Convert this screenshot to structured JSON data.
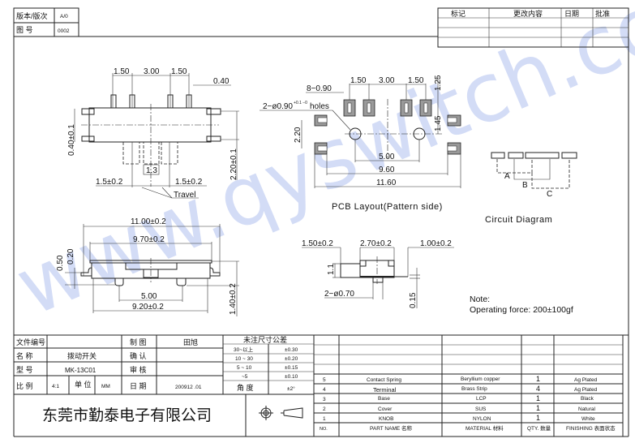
{
  "revision_box": {
    "version_label": "版本/版次",
    "version_value": "A/0",
    "drawing_no_label": "图 号",
    "drawing_no_value": "0002"
  },
  "change_table": {
    "headers": [
      "标记",
      "更改内容",
      "日期",
      "批准"
    ]
  },
  "watermark": "www.qyswitch.com",
  "top_view": {
    "dims": {
      "pitch_a": "1.50",
      "pitch_b": "3.00",
      "pitch_c": "1.50",
      "pin_w": "0.40",
      "tab_h": "0.40±0.1",
      "tab_span": "2.20±0.1",
      "knob_w": "1.3",
      "travel_l": "1.5±0.2",
      "travel_r": "1.5±0.2",
      "travel_label": "Travel"
    }
  },
  "pcb_layout": {
    "title": "PCB Layout(Pattern side)",
    "dims": {
      "pitch_a": "1.50",
      "pitch_b": "3.00",
      "pitch_c": "1.50",
      "pad_h": "1.25",
      "pads": "8−0.90",
      "holes": "2−ø0.90",
      "holes_tol": "+0.1 −0",
      "holes_word": "holes",
      "pad_span": "2.20",
      "hole_offset": "1.45",
      "hole_pitch": "5.00",
      "inner": "9.60",
      "outer": "11.60"
    }
  },
  "circuit": {
    "title": "Circuit Diagram",
    "labels": [
      "A",
      "B",
      "C"
    ]
  },
  "side_view": {
    "dims": {
      "overall": "11.00±0.2",
      "cover": "9.70±0.2",
      "peg_pitch": "5.00",
      "base": "9.20±0.2",
      "h1": "0.50",
      "h2": "0.20",
      "height": "1.40±0.2"
    }
  },
  "front_view": {
    "dims": {
      "knob": "1.50±0.2",
      "body": "2.70±0.2",
      "term": "1.00±0.2",
      "knob_h": "1.1",
      "peg": "2−ø0.70",
      "term_t": "0.15"
    }
  },
  "note": {
    "label": "Note:",
    "text": "Operating  force: 200±100gf"
  },
  "title_block": {
    "file_no_label": "文件编号",
    "file_no": "",
    "name_label": "名 称",
    "name": "拨动开关",
    "model_label": "型 号",
    "model": "MK-13C01",
    "scale_label": "比 例",
    "scale": "4:1",
    "unit_label": "单 位",
    "unit": "MM",
    "drawn_label": "制 图",
    "drawn": "田旭",
    "confirm_label": "确 认",
    "confirm": "",
    "review_label": "审 核",
    "review": "",
    "date_label": "日 期",
    "date": "200912 .01",
    "company": "东莞市勤泰电子有限公司",
    "tolerance": {
      "title": "未注尺寸公差",
      "rows": [
        [
          "30~以上",
          "±0.30"
        ],
        [
          "10 ~ 30",
          "±0.20"
        ],
        [
          "5 ~ 10",
          "±0.15"
        ],
        [
          "~5",
          "±0.10"
        ]
      ],
      "angle_label": "角 度",
      "angle": "±2°"
    }
  },
  "bom": {
    "headers": {
      "no": "NO.",
      "part": "PART  NAME 名称",
      "material": "MATERIAL 材料",
      "qty": "QTY. 数量",
      "finish": "FINISHING 表面状态"
    },
    "rows": [
      {
        "no": "5",
        "part": "Contact  Spring",
        "material": "Beryllium  copper",
        "qty": "1",
        "finish": "Ag  Plated"
      },
      {
        "no": "4",
        "part": "Terminal",
        "material": "Brass  Strip",
        "qty": "4",
        "finish": "Ag  Plated"
      },
      {
        "no": "3",
        "part": "Base",
        "material": "LCP",
        "qty": "1",
        "finish": "Black"
      },
      {
        "no": "2",
        "part": "Cover",
        "material": "SUS",
        "qty": "1",
        "finish": "Natural"
      },
      {
        "no": "1",
        "part": "KNOB",
        "material": "NYLON",
        "qty": "1",
        "finish": "White"
      }
    ]
  }
}
